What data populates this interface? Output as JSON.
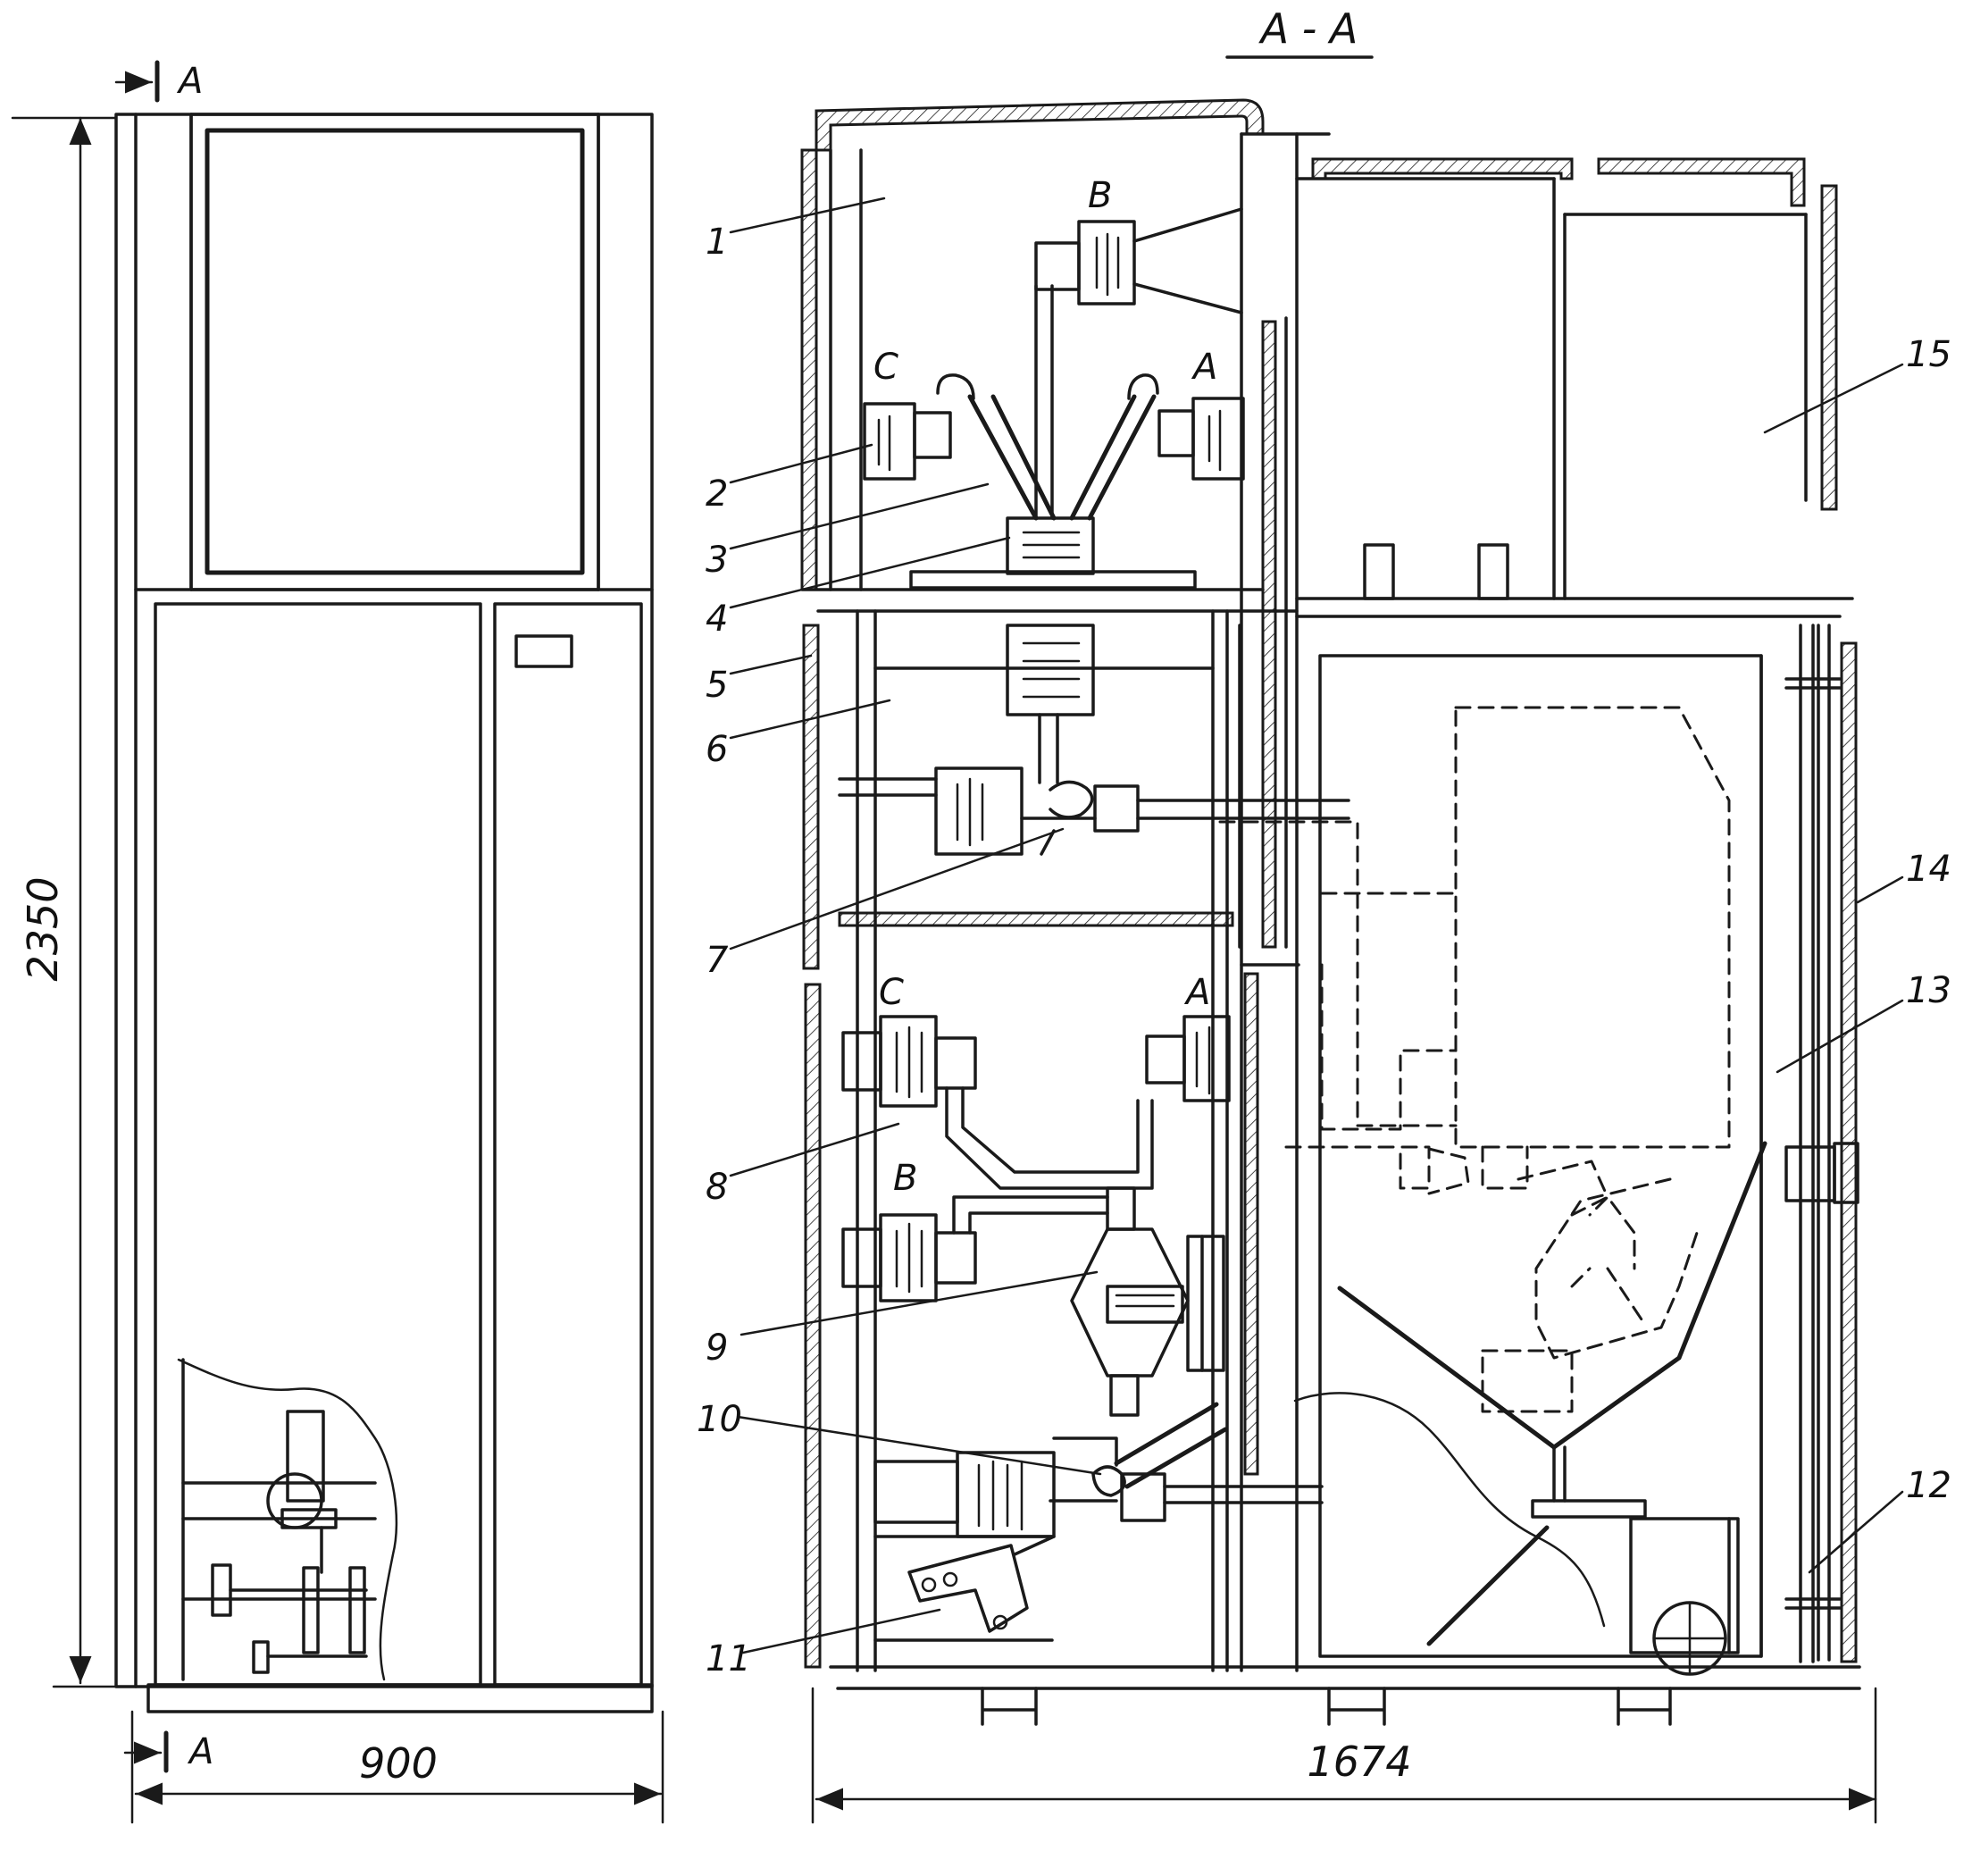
{
  "section_title": "A - A",
  "section_marks": {
    "top": "A",
    "bottom": "A"
  },
  "dimensions": {
    "height": "2350",
    "width_front": "900",
    "width_section": "1674"
  },
  "phase_labels": {
    "upper": [
      "B",
      "C",
      "A"
    ],
    "lower": [
      "C",
      "A",
      "B"
    ]
  },
  "callouts": [
    "1",
    "2",
    "3",
    "4",
    "5",
    "6",
    "7",
    "8",
    "9",
    "10",
    "11",
    "12",
    "13",
    "14",
    "15"
  ]
}
